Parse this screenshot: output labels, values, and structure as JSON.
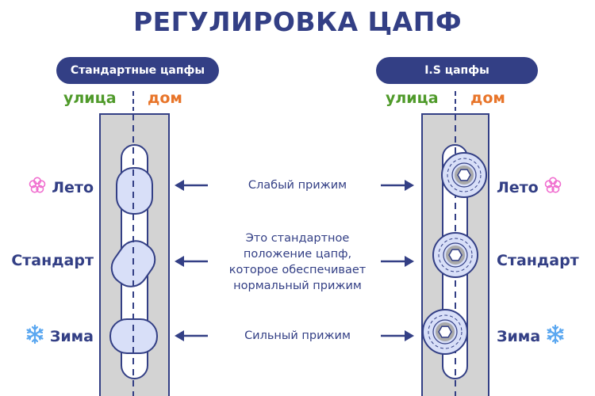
{
  "title": "РЕГУЛИРОВКА ЦАПФ",
  "left_panel": {
    "header": "Стандартные цапфы",
    "street_label": "улица",
    "home_label": "дом"
  },
  "right_panel": {
    "header": "I.S цапфы",
    "street_label": "улица",
    "home_label": "дом"
  },
  "rows": [
    {
      "season": "Лето",
      "season_icon": "flower-icon",
      "description": "Слабый прижим"
    },
    {
      "season": "Стандарт",
      "season_icon": "",
      "description": "Это стандартное\nположение цапф,\nкоторое обеспечивает\nнормальный прижим"
    },
    {
      "season": "Зима",
      "season_icon": "snowflake-icon",
      "description": "Сильный прижим"
    }
  ],
  "colors": {
    "navy": "#333f85",
    "street": "#4f9a2a",
    "home": "#e8752a",
    "strip": "#d3d3d3",
    "cam_fill": "#d8dff8",
    "flower": "#f06ecf",
    "snowflake": "#5aa7f0"
  }
}
